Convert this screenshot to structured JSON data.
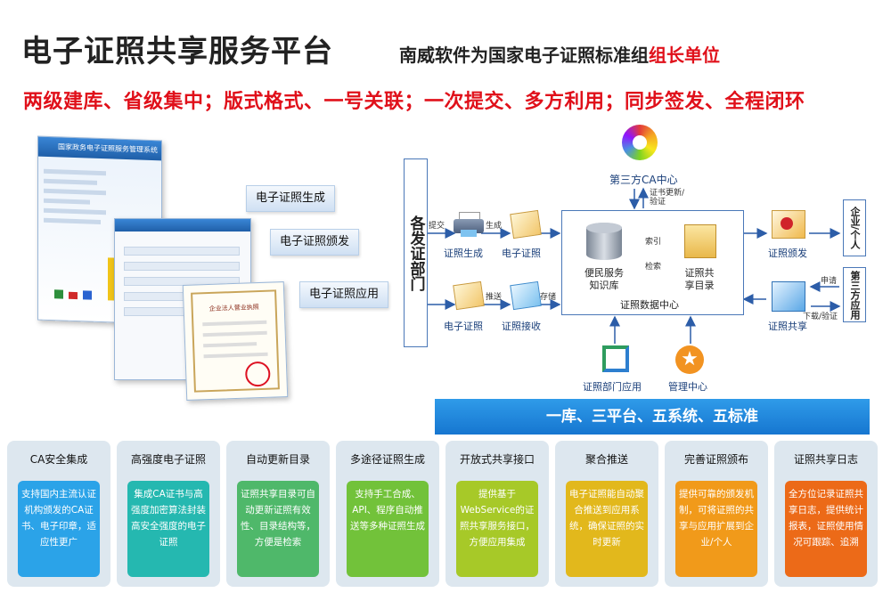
{
  "header": {
    "title": "电子证照共享服务平台",
    "subtitle_prefix": "南威软件为国家电子证照标准组",
    "subtitle_highlight": "组长单位",
    "slogan": "两级建库、省级集中；版式格式、一号关联；一次提交、多方利用；同步签发、全程闭环"
  },
  "screenshots": {
    "window_title": "国家政务电子证照服务管理系统",
    "certificate_caption": "企业法人营业执照"
  },
  "tags": [
    "电子证照生成",
    "电子证照颁发",
    "电子证照应用"
  ],
  "diagram": {
    "dept": "各发证部门",
    "top_flow": {
      "edge1": "提交",
      "edge2": "生成",
      "node1": "证照生成",
      "node2": "电子证照"
    },
    "bottom_flow": {
      "edge1": "推送",
      "edge2": "存储",
      "node1": "电子证照",
      "node2": "证照接收"
    },
    "ca": {
      "label": "第三方CA中心",
      "edge": "证书更新/验证"
    },
    "center": {
      "title": "证照数据中心",
      "db_label": "便民服务知识库",
      "dir_label": "证照共享目录",
      "edge_index": "索引",
      "edge_search": "检索"
    },
    "right_top": {
      "label": "证照颁发",
      "target": "企业/个人"
    },
    "right_bottom": {
      "label": "证照共享",
      "edge_apply": "申请",
      "edge_download": "下载/验证",
      "target": "第三方应用"
    },
    "bottom_icons": {
      "dept_app": "证照部门应用",
      "mgmt": "管理中心"
    }
  },
  "banner": "一库、三平台、五系统、五标准",
  "cards": [
    {
      "title": "CA安全集成",
      "body": "支持国内主流认证机构颁发的CA证书、电子印章，适应性更广",
      "color": "#2ba3e8"
    },
    {
      "title": "高强度电子证照",
      "body": "集成CA证书与高强度加密算法封装高安全强度的电子证照",
      "color": "#25b8b0"
    },
    {
      "title": "自动更新目录",
      "body": "证照共享目录可自动更新证照有效性、目录结构等，方便是检索",
      "color": "#4fb86a"
    },
    {
      "title": "多途径证照生成",
      "body": "支持手工合成、API、程序自动推送等多种证照生成",
      "color": "#72c23a"
    },
    {
      "title": "开放式共享接口",
      "body": "提供基于WebService的证照共享服务接口，方便应用集成",
      "color": "#a7c928"
    },
    {
      "title": "聚合推送",
      "body": "电子证照能自动聚合推送到应用系统，确保证照的实时更新",
      "color": "#e2b81c"
    },
    {
      "title": "完善证照颁布",
      "body": "提供可靠的颁发机制，可将证照的共享与应用扩展到企业/个人",
      "color": "#f19a1a"
    },
    {
      "title": "证照共享日志",
      "body": "全方位记录证照共享日志，提供统计报表，证照使用情况可跟踪、追溯",
      "color": "#ec6a18"
    }
  ]
}
